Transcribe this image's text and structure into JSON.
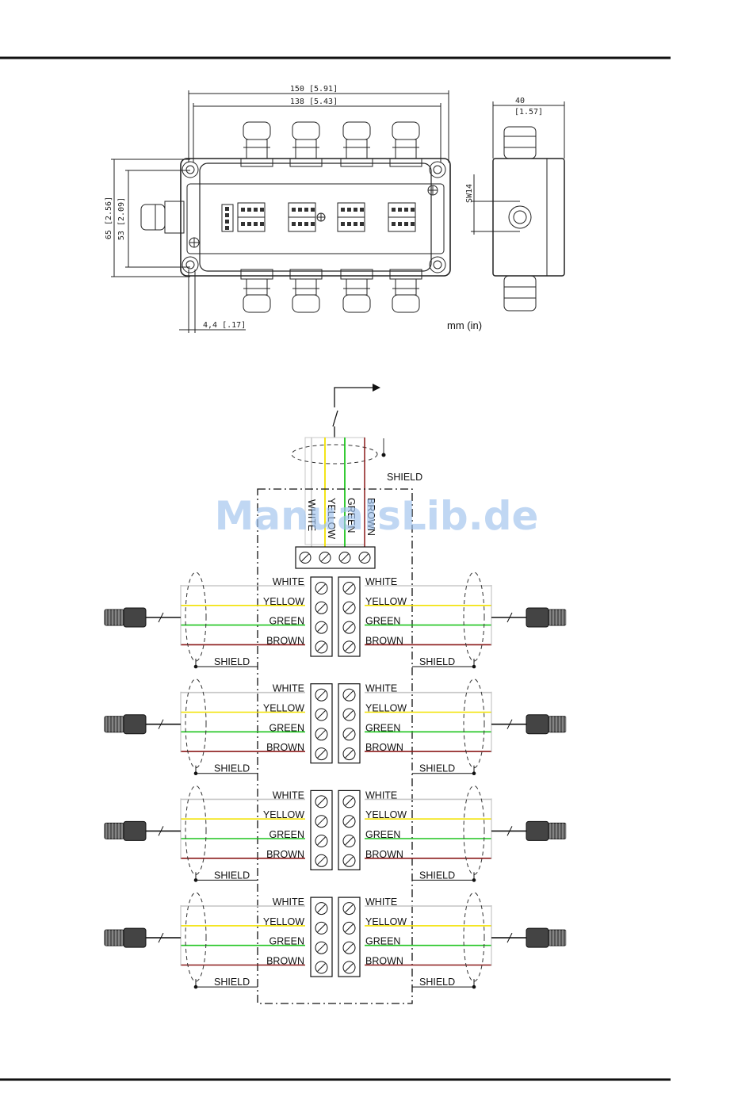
{
  "dimensions": {
    "overall_width": "150 [5.91]",
    "inner_width": "138 [5.43]",
    "side_depth": "40",
    "side_depth_in": "[1.57]",
    "overall_height": "65 [2.56]",
    "inner_height": "53 [2.09]",
    "hole_offset": "4,4 [.17]",
    "wrench_size": "SW14",
    "units": "mm (in)"
  },
  "wiring": {
    "top_wires": [
      "WHITE",
      "YELLOW",
      "GREEN",
      "BROWN"
    ],
    "shield": "SHIELD",
    "channel_wires": [
      "WHITE",
      "YELLOW",
      "GREEN",
      "BROWN"
    ],
    "channel_count": 4
  },
  "wire_colors": {
    "white": "#c8c8c8",
    "yellow": "#f2e200",
    "green": "#1fc41f",
    "brown": "#8b1a1a",
    "shield": "#222222"
  },
  "watermark": "ManualsLib.de"
}
